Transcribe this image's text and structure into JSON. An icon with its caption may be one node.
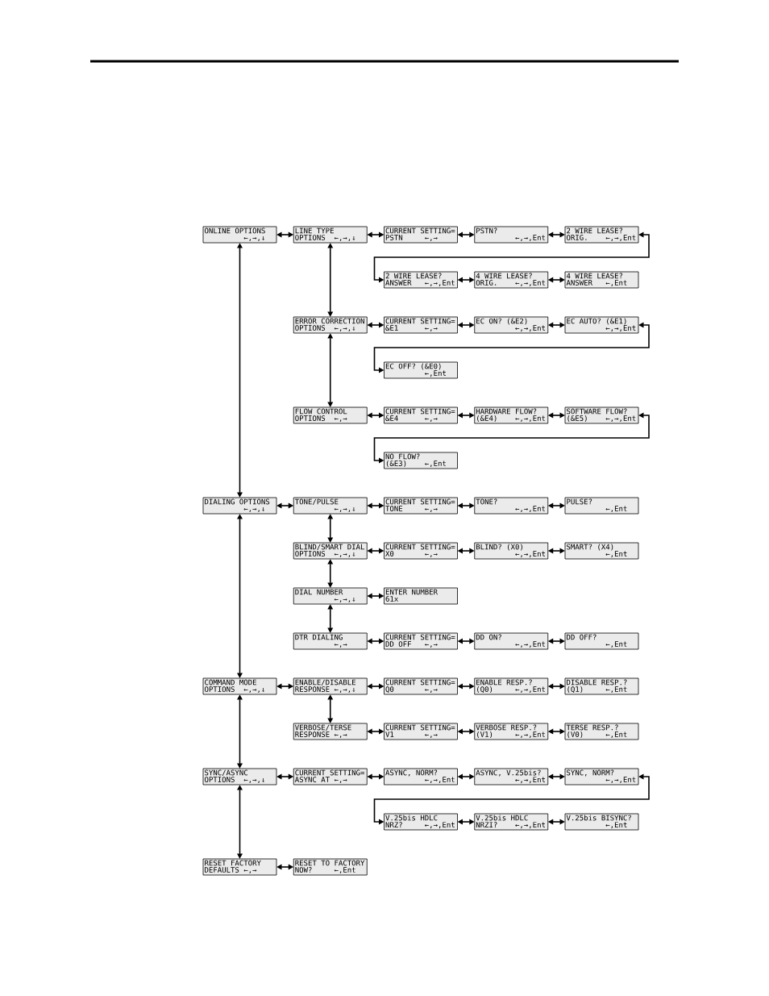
{
  "diagram": {
    "nodes": [
      {
        "text": [
          "ONLINE OPTIONS",
          "←,→,↓"
        ]
      },
      {
        "text": [
          "LINE TYPE",
          "OPTIONS",
          "←,→,↓"
        ]
      },
      {
        "text": [
          "CURRENT SETTING=",
          "PSTN",
          "←,→"
        ]
      },
      {
        "text": [
          "PSTN?",
          "←,→,Ent"
        ]
      },
      {
        "text": [
          "2 WIRE LEASE?",
          "ORIG.",
          "←,→,Ent"
        ]
      },
      {
        "text": [
          "2 WIRE LEASE?",
          "ANSWER",
          "←,→,Ent"
        ]
      },
      {
        "text": [
          "4 WIRE LEASE?",
          "ORIG.",
          "←,→,Ent"
        ]
      },
      {
        "text": [
          "4 WIRE LEASE?",
          "ANSWER",
          "←,Ent"
        ]
      },
      {
        "text": [
          "ERROR CORRECTION",
          "OPTIONS",
          "←,→,↓"
        ]
      },
      {
        "text": [
          "CURRENT SETTING=",
          "&E1",
          "←,→"
        ]
      },
      {
        "text": [
          "EC ON? (&E2)",
          "←,→,Ent"
        ]
      },
      {
        "text": [
          "EC AUTO? (&E1)",
          "←,→,Ent"
        ]
      },
      {
        "text": [
          "EC OFF? (&E0)",
          "←,Ent"
        ]
      },
      {
        "text": [
          "FLOW CONTROL",
          "OPTIONS",
          "←,→"
        ]
      },
      {
        "text": [
          "CURRENT SETTING=",
          "&E4",
          "←,→"
        ]
      },
      {
        "text": [
          "HARDWARE FLOW?",
          "(&E4)",
          "←,→,Ent"
        ]
      },
      {
        "text": [
          "SOFTWARE FLOW?",
          "(&E5)",
          "←,→,Ent"
        ]
      },
      {
        "text": [
          "NO FLOW?",
          "(&E3)",
          "←,Ent"
        ]
      },
      {
        "text": [
          "DIALING OPTIONS",
          "←,→,↓"
        ]
      },
      {
        "text": [
          "TONE/PULSE",
          "←,→,↓"
        ]
      },
      {
        "text": [
          "CURRENT SETTING=",
          "TONE",
          "←,→"
        ]
      },
      {
        "text": [
          "TONE?",
          "←,→,Ent"
        ]
      },
      {
        "text": [
          "PULSE?",
          "←,Ent"
        ]
      },
      {
        "text": [
          "BLIND/SMART DIAL",
          "OPTIONS",
          "←,→,↓"
        ]
      },
      {
        "text": [
          "CURRENT SETTING=",
          "X0",
          "←,→"
        ]
      },
      {
        "text": [
          "BLIND? (X0)",
          "←,→,Ent"
        ]
      },
      {
        "text": [
          "SMART? (X4)",
          "←,Ent"
        ]
      },
      {
        "text": [
          "DIAL NUMBER",
          "←,→,↓"
        ]
      },
      {
        "text": [
          "ENTER NUMBER",
          "61x"
        ]
      },
      {
        "text": [
          "DTR DIALING",
          "←,→"
        ]
      },
      {
        "text": [
          "CURRENT SETTING=",
          "DD OFF",
          "←,→"
        ]
      },
      {
        "text": [
          "DD ON?",
          "←,→,Ent"
        ]
      },
      {
        "text": [
          "DD OFF?",
          "←,Ent"
        ]
      },
      {
        "text": [
          "COMMAND MODE",
          "OPTIONS",
          "←,→,↓"
        ]
      },
      {
        "text": [
          "ENABLE/DISABLE",
          "RESPONSE",
          "←,→,↓"
        ]
      },
      {
        "text": [
          "CURRENT SETTING=",
          "Q0",
          "←,→"
        ]
      },
      {
        "text": [
          "ENABLE RESP.?",
          "(Q0)",
          "←,→,Ent"
        ]
      },
      {
        "text": [
          "DISABLE RESP.?",
          "(Q1)",
          "←,Ent"
        ]
      },
      {
        "text": [
          "VERBOSE/TERSE",
          "RESPONSE",
          "←,→"
        ]
      },
      {
        "text": [
          "CURRENT SETTING=",
          "V1",
          "←,→"
        ]
      },
      {
        "text": [
          "VERBOSE RESP.?",
          "(V1)",
          "←,→,Ent"
        ]
      },
      {
        "text": [
          "TERSE RESP.?",
          "(V0)",
          "←,Ent"
        ]
      },
      {
        "text": [
          "SYNC/ASYNC",
          "OPTIONS",
          "←,→,↓"
        ]
      },
      {
        "text": [
          "CURRENT SETTING=",
          "ASYNC AT",
          "←,→"
        ]
      },
      {
        "text": [
          "ASYNC, NORM?",
          "←,→,Ent"
        ]
      },
      {
        "text": [
          "ASYNC, V.25bis?",
          "←,→,Ent"
        ]
      },
      {
        "text": [
          "SYNC, NORM?",
          "←,→,Ent"
        ]
      },
      {
        "text": [
          "V.25bis HDLC",
          "NRZ?",
          "←,→,Ent"
        ]
      },
      {
        "text": [
          "V.25bis HDLC",
          "NRZI?",
          "←,→,Ent"
        ]
      },
      {
        "text": [
          "V.25bis BISYNC?",
          "←,Ent"
        ]
      },
      {
        "text": [
          "RESET FACTORY",
          "DEFAULTS",
          "←,→"
        ]
      },
      {
        "text": [
          "RESET TO FACTORY",
          "NOW?",
          "←,Ent"
        ]
      }
    ],
    "edges": [
      {
        "from": 0,
        "to": 1,
        "arrow": "both"
      },
      {
        "from": 1,
        "to": 2,
        "arrow": "both"
      },
      {
        "from": 2,
        "to": 3,
        "arrow": "both"
      },
      {
        "from": 3,
        "to": 4,
        "arrow": "both"
      },
      {
        "from": 4,
        "to": 5,
        "arrow": "both"
      },
      {
        "from": 5,
        "to": 6,
        "arrow": "both"
      },
      {
        "from": 6,
        "to": 7,
        "arrow": "both"
      },
      {
        "from": 1,
        "to": 8,
        "arrow": "both"
      },
      {
        "from": 8,
        "to": 9,
        "arrow": "both"
      },
      {
        "from": 9,
        "to": 10,
        "arrow": "both"
      },
      {
        "from": 10,
        "to": 11,
        "arrow": "both"
      },
      {
        "from": 11,
        "to": 12,
        "arrow": "both"
      },
      {
        "from": 8,
        "to": 13,
        "arrow": "both"
      },
      {
        "from": 13,
        "to": 14,
        "arrow": "both"
      },
      {
        "from": 14,
        "to": 15,
        "arrow": "both"
      },
      {
        "from": 15,
        "to": 16,
        "arrow": "both"
      },
      {
        "from": 16,
        "to": 17,
        "arrow": "both"
      },
      {
        "from": 0,
        "to": 18,
        "arrow": "both"
      },
      {
        "from": 18,
        "to": 19,
        "arrow": "both"
      },
      {
        "from": 19,
        "to": 20,
        "arrow": "both"
      },
      {
        "from": 20,
        "to": 21,
        "arrow": "both"
      },
      {
        "from": 21,
        "to": 22,
        "arrow": "both"
      },
      {
        "from": 19,
        "to": 23,
        "arrow": "both"
      },
      {
        "from": 23,
        "to": 24,
        "arrow": "both"
      },
      {
        "from": 24,
        "to": 25,
        "arrow": "both"
      },
      {
        "from": 25,
        "to": 26,
        "arrow": "both"
      },
      {
        "from": 23,
        "to": 27,
        "arrow": "both"
      },
      {
        "from": 27,
        "to": 28,
        "arrow": "both"
      },
      {
        "from": 27,
        "to": 29,
        "arrow": "both"
      },
      {
        "from": 29,
        "to": 30,
        "arrow": "both"
      },
      {
        "from": 30,
        "to": 31,
        "arrow": "both"
      },
      {
        "from": 31,
        "to": 32,
        "arrow": "both"
      },
      {
        "from": 18,
        "to": 33,
        "arrow": "both"
      },
      {
        "from": 33,
        "to": 34,
        "arrow": "both"
      },
      {
        "from": 34,
        "to": 35,
        "arrow": "both"
      },
      {
        "from": 35,
        "to": 36,
        "arrow": "both"
      },
      {
        "from": 36,
        "to": 37,
        "arrow": "both"
      },
      {
        "from": 34,
        "to": 38,
        "arrow": "both"
      },
      {
        "from": 38,
        "to": 39,
        "arrow": "both"
      },
      {
        "from": 39,
        "to": 40,
        "arrow": "both"
      },
      {
        "from": 40,
        "to": 41,
        "arrow": "both"
      },
      {
        "from": 33,
        "to": 42,
        "arrow": "both"
      },
      {
        "from": 42,
        "to": 43,
        "arrow": "both"
      },
      {
        "from": 43,
        "to": 44,
        "arrow": "both"
      },
      {
        "from": 44,
        "to": 45,
        "arrow": "both"
      },
      {
        "from": 45,
        "to": 46,
        "arrow": "both"
      },
      {
        "from": 46,
        "to": 47,
        "arrow": "both"
      },
      {
        "from": 47,
        "to": 48,
        "arrow": "both"
      },
      {
        "from": 48,
        "to": 49,
        "arrow": "both"
      },
      {
        "from": 42,
        "to": 50,
        "arrow": "both"
      },
      {
        "from": 50,
        "to": 51,
        "arrow": "both"
      }
    ]
  }
}
